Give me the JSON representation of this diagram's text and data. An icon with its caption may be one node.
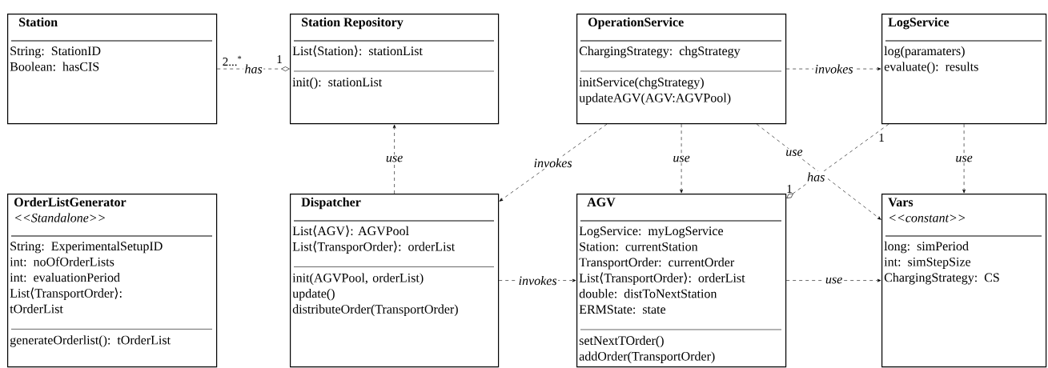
{
  "diagram": {
    "nodes": [
      {
        "text": [
          "Station",
          "String: StationID",
          "Boolean: hasCIS"
        ]
      },
      {
        "text": [
          "Station Repository",
          "List⟨Station⟩: stationList",
          "init(): stationList"
        ]
      },
      {
        "text": [
          "OperationService",
          "ChargingStrategy: chgStrategy",
          "initService(chgStrategy)",
          "updateAGV(AGV:AGVPool)"
        ]
      },
      {
        "text": [
          "LogService",
          "log(paramaters)",
          "evaluate(): results"
        ]
      },
      {
        "text": [
          "OrderListGenerator",
          "<<Standalone>>",
          "String: ExperimentalSetupID",
          "int: noOfOrderLists",
          "int: evaluationPeriod",
          "List⟨TransportOrder⟩: tOrderList",
          "generateOrderlist(): tOrderList"
        ]
      },
      {
        "text": [
          "Dispatcher",
          "List⟨AGV⟩: AGVPool",
          "List⟨TransporOrder⟩: orderList",
          "init(AGVPool, orderList)",
          "update()",
          "distributeOrder(TransportOrder)"
        ]
      },
      {
        "text": [
          "AGV",
          "LogService: myLogService",
          "Station: currentStation",
          "TransportOrder: currentOrder",
          "List⟨TransportOrder⟩: orderList",
          "double: distToNextStation",
          "ERMState: state",
          "setNextTOrder()",
          "addOrder(TransportOrder)"
        ]
      },
      {
        "text": [
          "Vars",
          "<<constant>>",
          "long: simPeriod",
          "int: simStepSize",
          "ChargingStrategy: CS"
        ]
      }
    ],
    "edges": [
      {
        "from": 0,
        "to": 1,
        "arrow": "other",
        "label": "has",
        "style": "dashed"
      },
      {
        "from": 5,
        "to": 1,
        "arrow": "to",
        "label": "use",
        "style": "dashed"
      },
      {
        "from": 2,
        "to": 3,
        "arrow": "to",
        "label": "invokes",
        "style": "dashed"
      },
      {
        "from": 2,
        "to": 5,
        "arrow": "to",
        "label": "invokes",
        "style": "dashed"
      },
      {
        "from": 2,
        "to": 6,
        "arrow": "to",
        "label": "use",
        "style": "dashed"
      },
      {
        "from": 2,
        "to": 7,
        "arrow": "to",
        "label": "use",
        "style": "dashed"
      },
      {
        "from": 3,
        "to": 6,
        "arrow": "other",
        "label": "has",
        "style": "dashed"
      },
      {
        "from": 3,
        "to": 7,
        "arrow": "to",
        "label": "use",
        "style": "dashed"
      },
      {
        "from": 5,
        "to": 6,
        "arrow": "to",
        "label": "invokes",
        "style": "dashed"
      },
      {
        "from": 6,
        "to": 7,
        "arrow": "to",
        "label": "use",
        "style": "dashed"
      }
    ],
    "labels": [
      "2...$^{*}$",
      "1",
      "1",
      "1"
    ]
  }
}
